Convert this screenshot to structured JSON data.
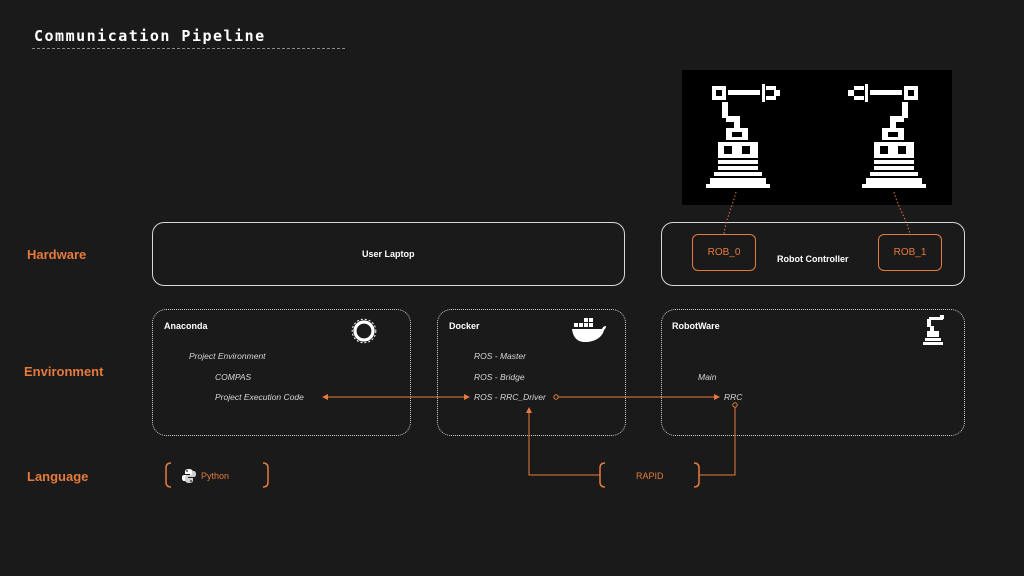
{
  "title": "Communication Pipeline",
  "rows": {
    "hardware": "Hardware",
    "environment": "Environment",
    "language": "Language"
  },
  "hardware": {
    "laptop_label": "User Laptop",
    "controller_label": "Robot Controller",
    "rob0": "ROB_0",
    "rob1": "ROB_1"
  },
  "environment": {
    "anaconda": {
      "title": "Anaconda",
      "icon": "anaconda-ring-icon",
      "items": [
        "Project Environment",
        "COMPAS",
        "Project Execution Code"
      ]
    },
    "docker": {
      "title": "Docker",
      "icon": "docker-whale-icon",
      "items": [
        "ROS - Master",
        "ROS - Bridge",
        "ROS - RRC_Driver"
      ]
    },
    "robotware": {
      "title": "RobotWare",
      "icon": "robot-arm-icon",
      "items": [
        "Main",
        "RRC"
      ]
    }
  },
  "language": {
    "python": "Python",
    "rapid": "RAPID"
  },
  "colors": {
    "accent": "#e57a3c",
    "background": "#1a1a1a",
    "border": "#d8d8d8"
  }
}
